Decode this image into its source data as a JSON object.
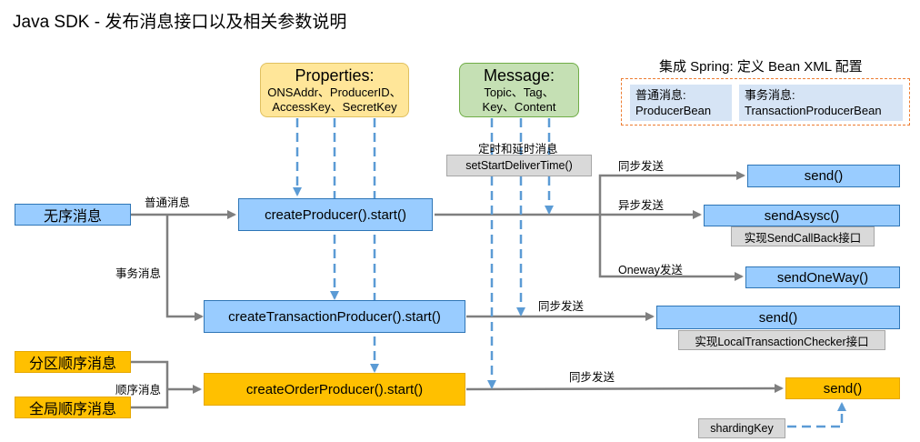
{
  "title": "Java SDK - 发布消息接口以及相关参数说明",
  "properties": {
    "title": "Properties:",
    "line1": "ONSAddr、ProducerID、",
    "line2": "AccessKey、SecretKey"
  },
  "message": {
    "title": "Message:",
    "line1": "Topic、Tag、",
    "line2": "Key、Content"
  },
  "spring": {
    "title": "集成 Spring: 定义 Bean XML 配置",
    "normal_label": "普通消息:",
    "normal_bean": "ProducerBean",
    "tx_label": "事务消息:",
    "tx_bean": "TransactionProducerBean"
  },
  "sources": {
    "unordered": "无序消息",
    "partition": "分区顺序消息",
    "global": "全局顺序消息"
  },
  "producers": {
    "normal": "createProducer().start()",
    "transaction": "createTransactionProducer().start()",
    "order": "createOrderProducer().start()"
  },
  "methods": {
    "send1": "send()",
    "sendAsync": "sendAsysc()",
    "sendOneWay": "sendOneWay()",
    "send_tx": "send()",
    "send_order": "send()"
  },
  "notes": {
    "callback": "实现SendCallBack接口",
    "checker": "实现LocalTransactionChecker接口",
    "sharding": "shardingKey",
    "deliver_time": "setStartDeliverTime()",
    "deliver_label": "定时和延时消息"
  },
  "edge_labels": {
    "normal_msg": "普通消息",
    "tx_msg": "事务消息",
    "order_msg": "顺序消息",
    "sync1": "同步发送",
    "async": "异步发送",
    "oneway": "Oneway发送",
    "sync_tx": "同步发送",
    "sync_order": "同步发送"
  },
  "colors": {
    "blue": "#99ccff",
    "orange": "#ffc000",
    "arrow": "#7f7f7f",
    "dash": "#5b9bd5"
  }
}
